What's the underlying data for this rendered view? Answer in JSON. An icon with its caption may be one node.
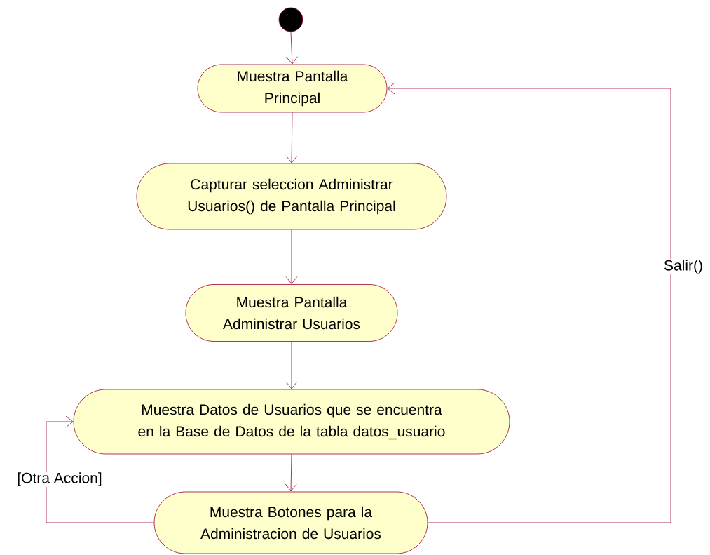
{
  "diagram": {
    "nodes": [
      {
        "text": [],
        "shape": "circle"
      },
      {
        "text": [
          "Muestra Pantalla Principal"
        ]
      },
      {
        "text": [
          "Capturar seleccion Administrar Usuarios() de Pantalla Principal"
        ]
      },
      {
        "text": [
          "Muestra Pantalla Administrar Usuarios"
        ]
      },
      {
        "text": [
          "Muestra Datos de Usuarios que se encuentra en la Base de Datos de la tabla datos_usuario"
        ]
      },
      {
        "text": [
          "Muestra Botones para la Administracion de Usuarios"
        ]
      }
    ],
    "edges": [
      {
        "from": 0,
        "to": 1,
        "arrow": "to"
      },
      {
        "from": 1,
        "to": 2,
        "arrow": "to"
      },
      {
        "from": 2,
        "to": 3,
        "arrow": "to"
      },
      {
        "from": 3,
        "to": 4,
        "arrow": "to"
      },
      {
        "from": 4,
        "to": 5,
        "arrow": "to"
      },
      {
        "from": 5,
        "to": 4,
        "arrow": "to",
        "label": "[Otra Accion]"
      },
      {
        "from": 5,
        "to": 1,
        "arrow": "to",
        "label": "Salir()"
      }
    ]
  }
}
